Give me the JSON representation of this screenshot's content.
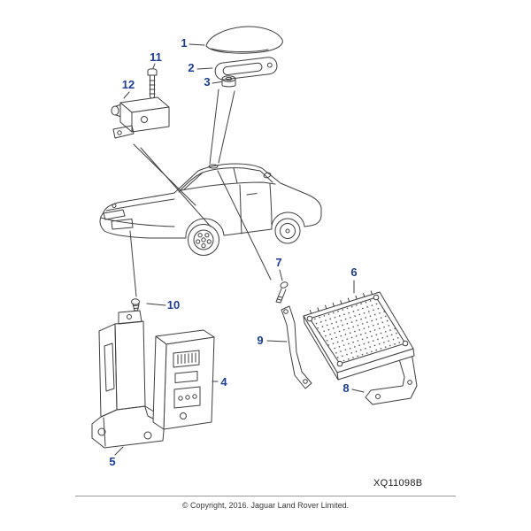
{
  "footer": {
    "code": "XQ11098B",
    "copyright": "© Copyright, 2016. Jaguar Land Rover Limited."
  },
  "callouts": [
    {
      "label": "1"
    },
    {
      "label": "2"
    },
    {
      "label": "3"
    },
    {
      "label": "4"
    },
    {
      "label": "5"
    },
    {
      "label": "6"
    },
    {
      "label": "7"
    },
    {
      "label": "8"
    },
    {
      "label": "9"
    },
    {
      "label": "10"
    },
    {
      "label": "11"
    },
    {
      "label": "12"
    }
  ],
  "colors": {
    "callout": "#1b3e94",
    "line": "#3f3f3f"
  }
}
